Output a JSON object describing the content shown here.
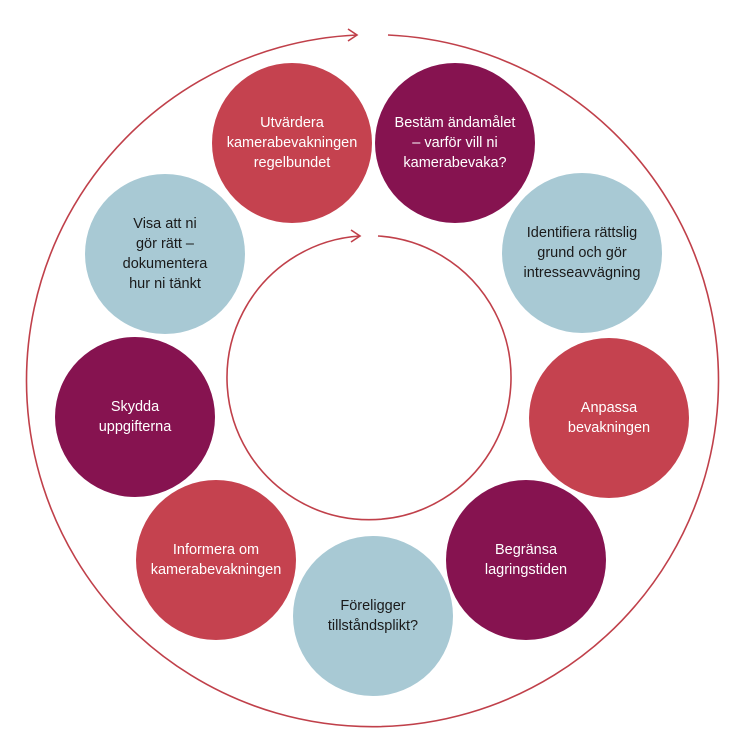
{
  "colors": {
    "arrow": "#c0404a",
    "red": "#c5424f",
    "plum": "#861350",
    "blue": "#a8c9d4"
  },
  "steps": [
    {
      "label": "Bestäm ändamålet\n– varför vill ni\nkamerabevaka?",
      "color": "plum"
    },
    {
      "label": "Identifiera rättslig\ngrund och gör\nintresseavvägning",
      "color": "blue"
    },
    {
      "label": "Anpassa\nbevakningen",
      "color": "red"
    },
    {
      "label": "Begränsa\nlagringstiden",
      "color": "plum"
    },
    {
      "label": "Föreligger\ntillståndsplikt?",
      "color": "blue"
    },
    {
      "label": "Informera om\nkamerabevakningen",
      "color": "red"
    },
    {
      "label": "Skydda\nuppgifterna",
      "color": "plum"
    },
    {
      "label": "Visa att ni\ngör rätt –\ndokumentera\nhur ni tänkt",
      "color": "blue"
    },
    {
      "label": "Utvärdera\nkamerabevakningen\nregelbundet",
      "color": "red"
    }
  ]
}
